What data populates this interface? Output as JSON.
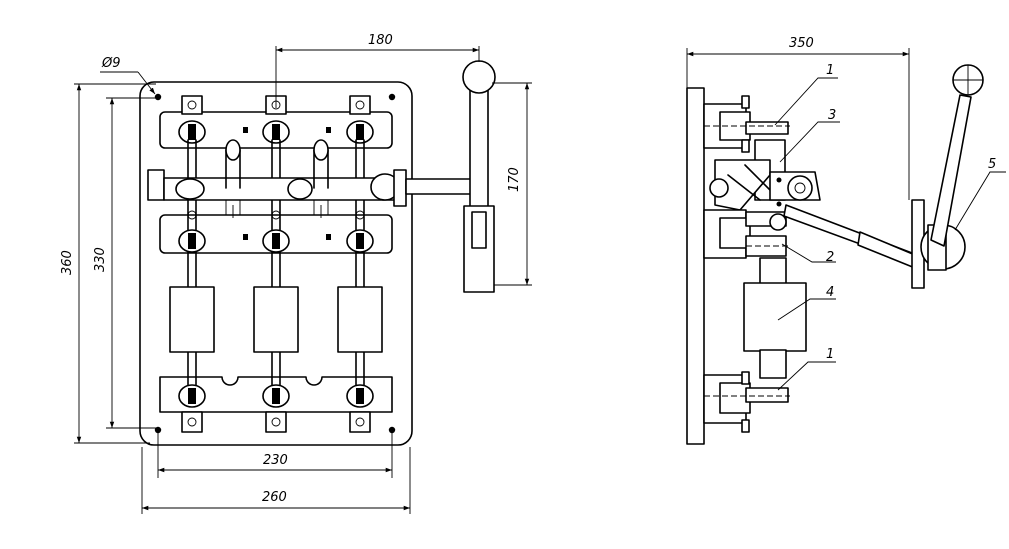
{
  "front_view": {
    "dim_width_outer": "260",
    "dim_width_holes": "230",
    "dim_height_outer": "360",
    "dim_height_holes": "330",
    "dim_handle_offset": "180",
    "dim_handle_height": "170",
    "dim_hole_diameter": "Ø9"
  },
  "side_view": {
    "dim_depth": "350",
    "callouts": [
      "1",
      "3",
      "5",
      "2",
      "4",
      "1"
    ]
  }
}
